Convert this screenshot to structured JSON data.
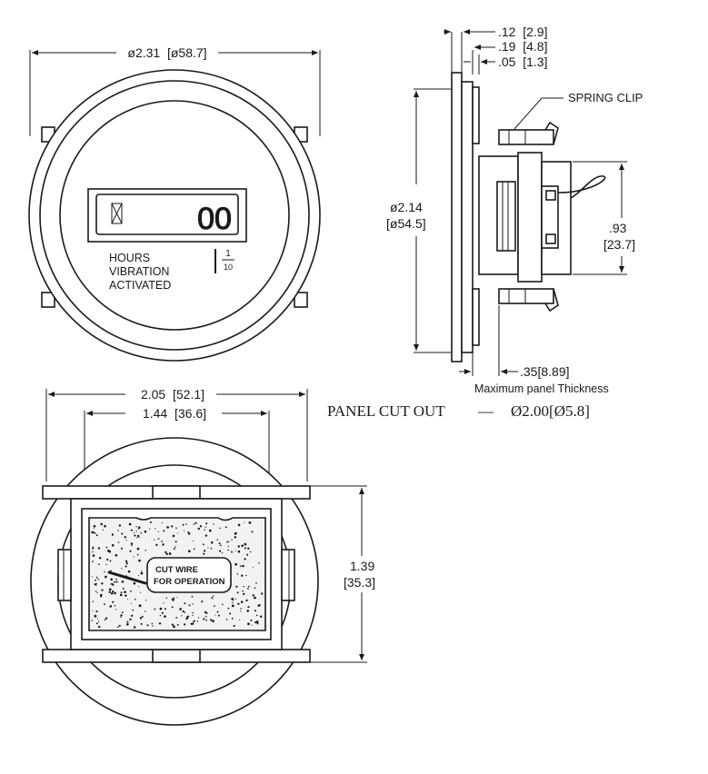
{
  "front_view": {
    "outer_diameter": "ø2.31  [ø58.7]",
    "display_digits": "00",
    "labels": [
      "HOURS",
      "VIBRATION",
      "ACTIVATED"
    ],
    "fraction_top": "1",
    "fraction_bottom": "10"
  },
  "side_view": {
    "dim_a": ".12  [2.9]",
    "dim_b": ".19  [4.8]",
    "dim_c": ".05  [1.3]",
    "spring_clip": "SPRING CLIP",
    "diameter_in": "ø2.14",
    "diameter_mm": "[ø54.5]",
    "height_in": ".93",
    "height_mm": "[23.7]",
    "panel_thickness_value": ".35[8.89]",
    "panel_thickness_label": "Maximum panel Thickness"
  },
  "panel_cutout": {
    "label": "PANEL CUT OUT",
    "dashes": "––",
    "value": "Ø2.00[Ø5.8]"
  },
  "back_view": {
    "width_outer": "2.05  [52.1]",
    "width_inner": "1.44  [36.6]",
    "height_in": "1.39",
    "height_mm": "[35.3]",
    "note_line1": "CUT WIRE",
    "note_line2": "FOR OPERATION"
  }
}
